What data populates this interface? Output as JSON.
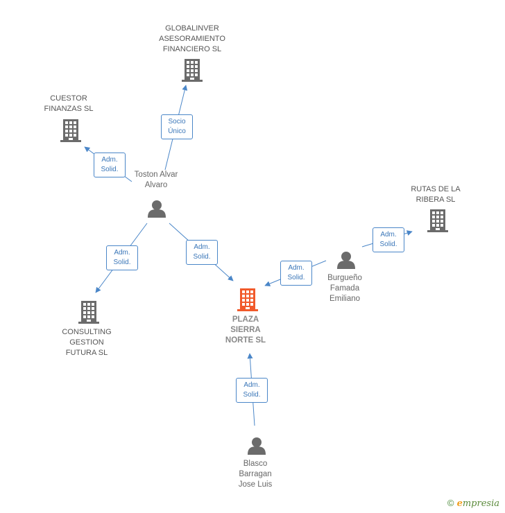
{
  "nodes": {
    "globalinver": {
      "label": "GLOBALINVER\nASESORAMIENTO\nFINANCIERO SL",
      "kind": "company"
    },
    "cuestor": {
      "label": "CUESTOR\nFINANZAS SL",
      "kind": "company"
    },
    "rutas": {
      "label": "RUTAS DE LA\nRIBERA  SL",
      "kind": "company"
    },
    "consulting": {
      "label": "CONSULTING\nGESTION\nFUTURA SL",
      "kind": "company"
    },
    "plaza": {
      "label": "PLAZA\nSIERRA\nNORTE SL",
      "kind": "company-focus"
    },
    "toston": {
      "label": "Toston Alvar\nAlvaro",
      "kind": "person"
    },
    "burgueno": {
      "label": "Burgueño\nFamada\nEmiliano",
      "kind": "person"
    },
    "blasco": {
      "label": "Blasco\nBarragan\nJose Luis",
      "kind": "person"
    }
  },
  "edges": {
    "toston_globalinver": "Socio\nÚnico",
    "toston_cuestor": "Adm.\nSolid.",
    "toston_consulting": "Adm.\nSolid.",
    "toston_plaza": "Adm.\nSolid.",
    "burgueno_plaza": "Adm.\nSolid.",
    "burgueno_rutas": "Adm.\nSolid.",
    "blasco_plaza": "Adm.\nSolid."
  },
  "colors": {
    "edge": "#4a86c8",
    "company": "#6b6b6b",
    "focus": "#f15a2b",
    "person": "#6b6b6b"
  },
  "brand": {
    "copyright": "©",
    "name": "mpresia",
    "initial": "e"
  }
}
